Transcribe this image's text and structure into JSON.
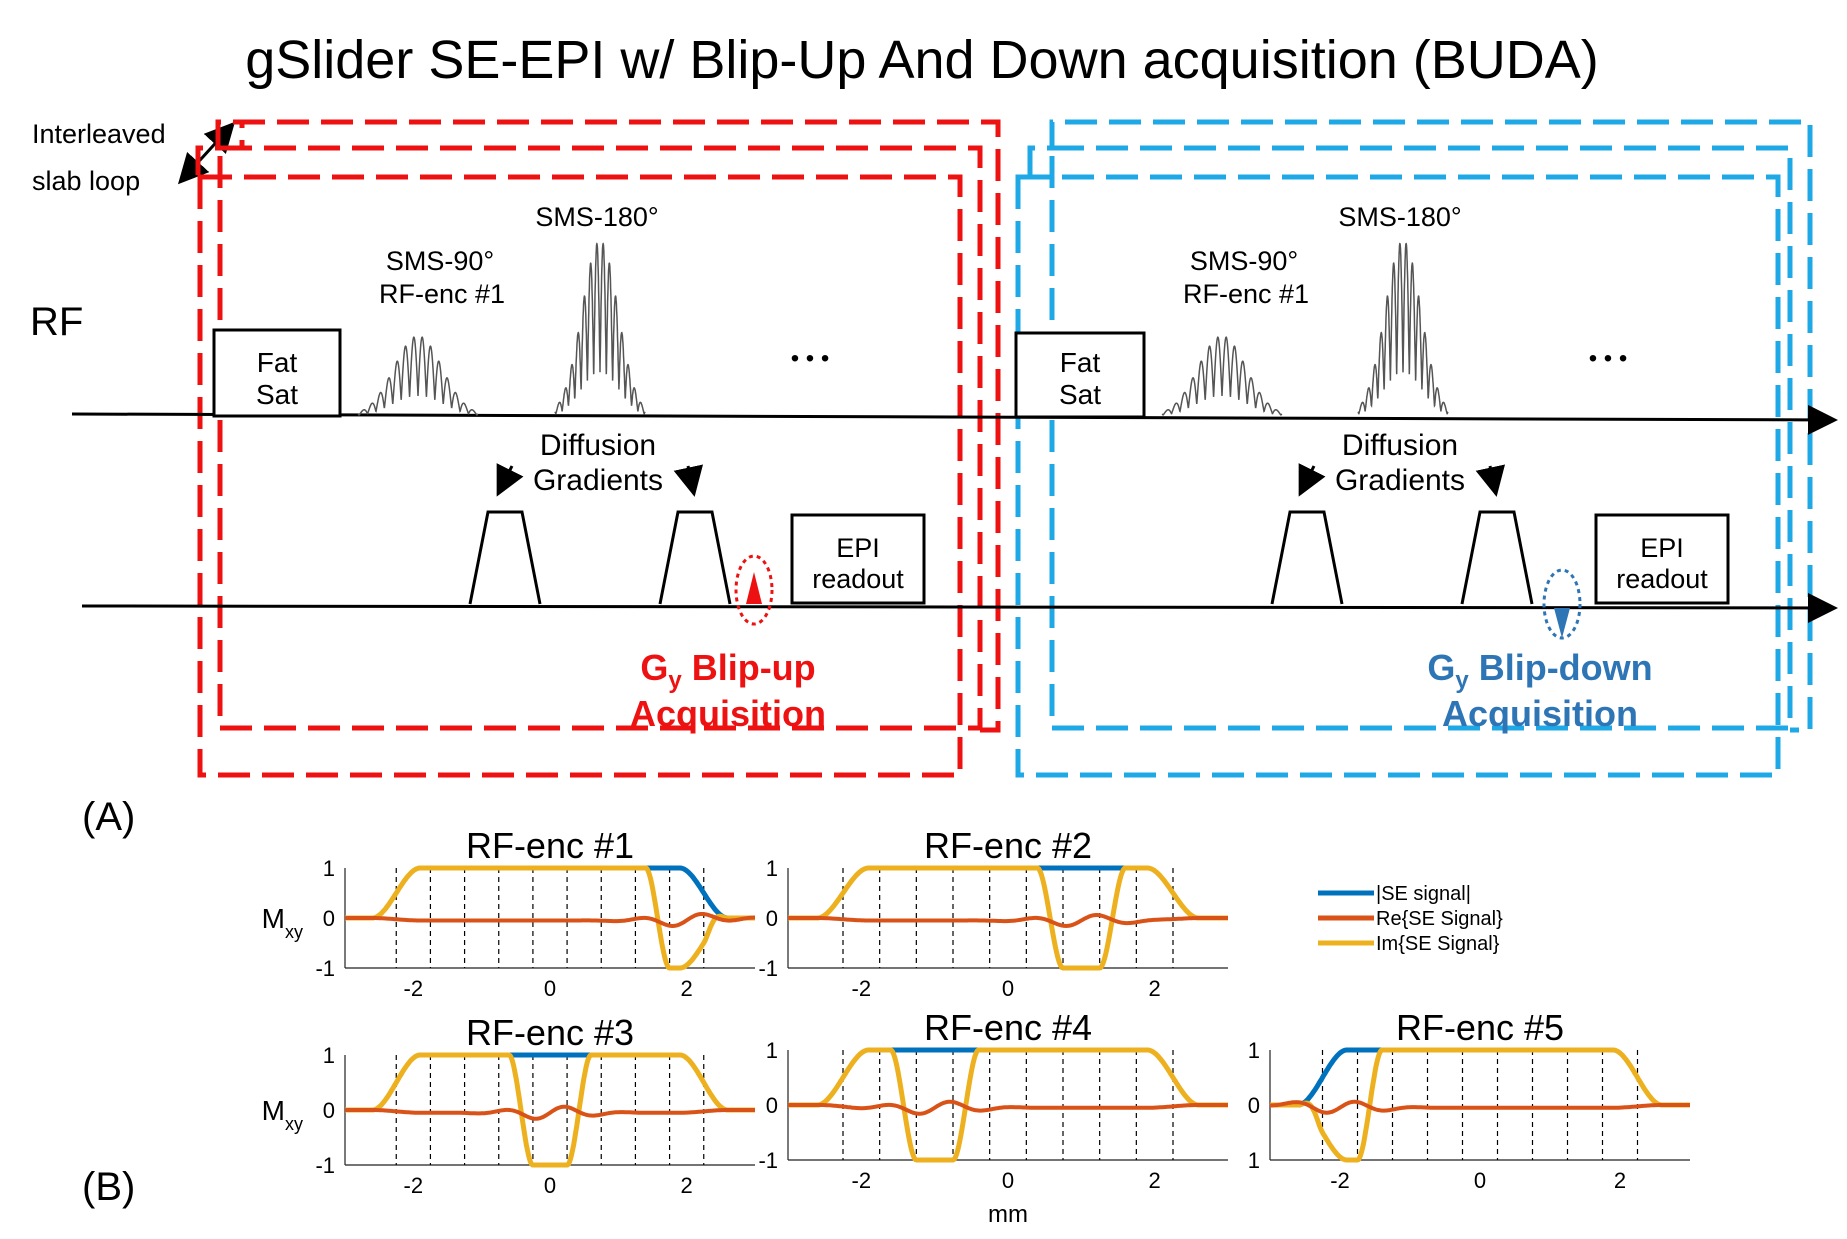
{
  "title": "gSlider SE-EPI w/ Blip-Up And Down acquisition (BUDA)",
  "loop_label": [
    "Interleaved",
    "slab loop"
  ],
  "rf_label": "RF",
  "panel_a_label": "(A)",
  "panel_b_label": "(B)",
  "colors": {
    "red": "#ee1111",
    "cyan": "#1fa8e6",
    "blue_text": "#2e75b6",
    "abs": "#0072bd",
    "re": "#d95319",
    "im": "#edb120"
  },
  "left_block": {
    "fatsat": [
      "Fat",
      "Sat"
    ],
    "sms90": [
      "SMS-90°",
      "RF-enc #1"
    ],
    "sms180": "SMS-180°",
    "ellipsis": "• • •",
    "diffusion": [
      "Diffusion",
      "Gradients"
    ],
    "epi": [
      "EPI",
      "readout"
    ],
    "blip_g": "G",
    "blip_sub": "y",
    "blip_rest": " Blip-up",
    "blip_line2": "Acquisition"
  },
  "right_block": {
    "fatsat": [
      "Fat",
      "Sat"
    ],
    "sms90": [
      "SMS-90°",
      "RF-enc #1"
    ],
    "sms180": "SMS-180°",
    "ellipsis": "• • •",
    "diffusion": [
      "Diffusion",
      "Gradients"
    ],
    "epi": [
      "EPI",
      "readout"
    ],
    "blip_g": "G",
    "blip_sub": "y",
    "blip_rest": " Blip-down",
    "blip_line2": "Acquisition"
  },
  "chart_data": [
    {
      "type": "line",
      "title": "RF-enc #1",
      "ylabel": "Mxy",
      "xlim": [
        -3,
        3
      ],
      "ylim": [
        -1,
        1
      ],
      "xticks": [
        "-2",
        "0",
        "2"
      ],
      "yticks": [
        "1",
        "0",
        "-1"
      ],
      "series": [
        {
          "name": "|SE signal|",
          "notch_center": [
            2
          ]
        },
        {
          "name": "Re{SE Signal}"
        },
        {
          "name": "Im{SE Signal}",
          "plateau": [
            -1.9,
            1.2
          ]
        }
      ]
    },
    {
      "type": "line",
      "title": "RF-enc #2",
      "xlim": [
        -3,
        3
      ],
      "ylim": [
        -1,
        1
      ],
      "xticks": [
        "-2",
        "0",
        "2"
      ],
      "yticks": [
        "1",
        "0",
        "-1"
      ],
      "series": [
        {
          "name": "|SE signal|",
          "notch_center": [
            1
          ]
        },
        {
          "name": "Re{SE Signal}"
        },
        {
          "name": "Im{SE Signal}"
        }
      ]
    },
    {
      "type": "line",
      "title": "RF-enc #3",
      "ylabel": "Mxy",
      "xlim": [
        -3,
        3
      ],
      "ylim": [
        -1,
        1
      ],
      "xticks": [
        "-2",
        "0",
        "2"
      ],
      "yticks": [
        "1",
        "0",
        "-1"
      ],
      "series": [
        {
          "name": "|SE signal|",
          "notch_center": [
            0
          ]
        },
        {
          "name": "Re{SE Signal}"
        },
        {
          "name": "Im{SE Signal}"
        }
      ]
    },
    {
      "type": "line",
      "title": "RF-enc #4",
      "xlabel": "mm",
      "xlim": [
        -3,
        3
      ],
      "ylim": [
        -1,
        1
      ],
      "xticks": [
        "-2",
        "0",
        "2"
      ],
      "yticks": [
        "1",
        "0",
        "-1"
      ],
      "series": [
        {
          "name": "|SE signal|",
          "notch_center": [
            -1
          ]
        },
        {
          "name": "Re{SE Signal}"
        },
        {
          "name": "Im{SE Signal}"
        }
      ]
    },
    {
      "type": "line",
      "title": "RF-enc #5",
      "xlim": [
        -3,
        3
      ],
      "ylim": [
        -1,
        1
      ],
      "xticks": [
        "-2",
        "0",
        "2"
      ],
      "yticks": [
        "1",
        "0",
        "1"
      ],
      "series": [
        {
          "name": "|SE signal|",
          "notch_center": [
            -2
          ]
        },
        {
          "name": "Re{SE Signal}"
        },
        {
          "name": "Im{SE Signal}"
        }
      ]
    }
  ],
  "legend": [
    "|SE signal|",
    "Re{SE Signal}",
    "Im{SE Signal}"
  ]
}
